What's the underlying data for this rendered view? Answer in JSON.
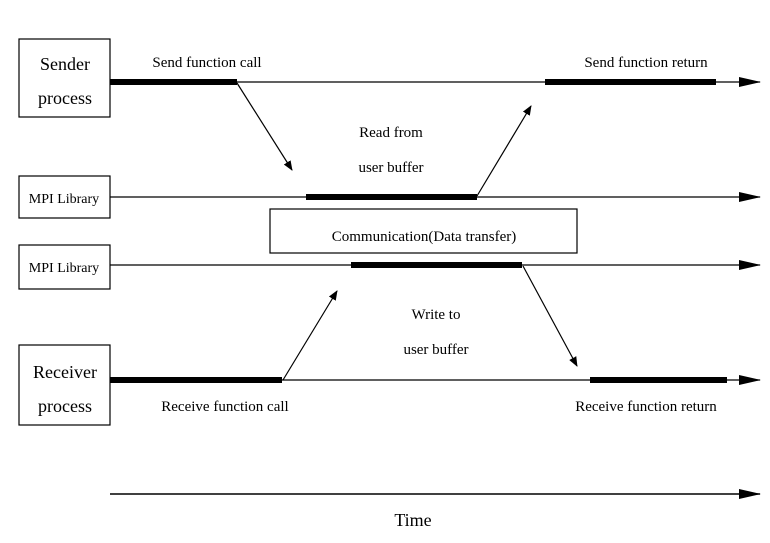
{
  "participants": {
    "sender": [
      "Sender",
      "process"
    ],
    "mpi_top": "MPI Library",
    "mpi_bottom": "MPI Library",
    "receiver": [
      "Receiver",
      "process"
    ]
  },
  "events": {
    "send_call": "Send function call",
    "send_return": "Send function return",
    "read_buffer": [
      "Read from",
      "user buffer"
    ],
    "communication": "Communication(Data transfer)",
    "write_buffer": [
      "Write to",
      "user buffer"
    ],
    "receive_call": "Receive function call",
    "receive_return": "Receive function return"
  },
  "axis": {
    "time_label": "Time"
  }
}
